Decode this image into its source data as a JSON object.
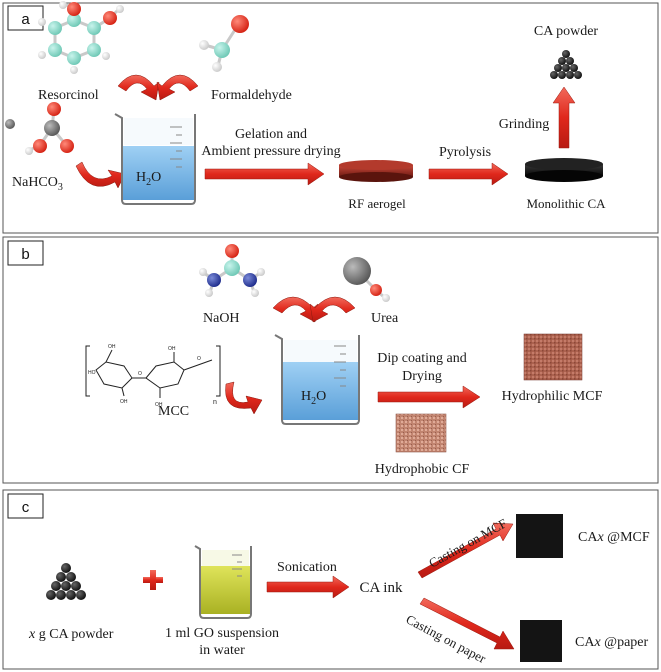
{
  "panel_a": {
    "tag": "a",
    "resorcinol": "Resorcinol",
    "formaldehyde": "Formaldehyde",
    "nahco3": "NaHCO",
    "nahco3_sub": "3",
    "water": "H",
    "water_sub": "2",
    "water_o": "O",
    "gelation_line1": "Gelation and",
    "gelation_line2": "Ambient pressure drying",
    "rf_aerogel": "RF aerogel",
    "pyrolysis": "Pyrolysis",
    "monolithic": "Monolithic CA",
    "grinding": "Grinding",
    "ca_powder": "CA powder"
  },
  "panel_b": {
    "tag": "b",
    "naoh": "NaOH",
    "urea": "Urea",
    "mcc": "MCC",
    "water": "H",
    "water_sub": "2",
    "water_o": "O",
    "dip_line1": "Dip coating and",
    "dip_line2": "Drying",
    "hydrophilic": "Hydrophilic MCF",
    "hydrophobic": "Hydrophobic CF"
  },
  "panel_c": {
    "tag": "c",
    "x_italic": "x",
    "powder_label": " g CA powder",
    "go_line1": "1 ml GO suspension",
    "go_line2": "in water",
    "sonication": "Sonication",
    "ca_ink": "CA ink",
    "casting_mcf": "Casting on MCF",
    "casting_paper": "Casting on paper",
    "cax_mcf_a": "CA",
    "cax_mcf_x": "x",
    "cax_mcf_b": " @MCF",
    "cax_paper_a": "CA",
    "cax_paper_x": "x",
    "cax_paper_b": " @paper"
  },
  "colors": {
    "arrow_red": "#e8382c",
    "water_blue": "#7bb8e8",
    "go_yellow": "#c8cf3a",
    "carbon_black": "#1b1b1b",
    "aerogel_red": "#a02b1f"
  }
}
